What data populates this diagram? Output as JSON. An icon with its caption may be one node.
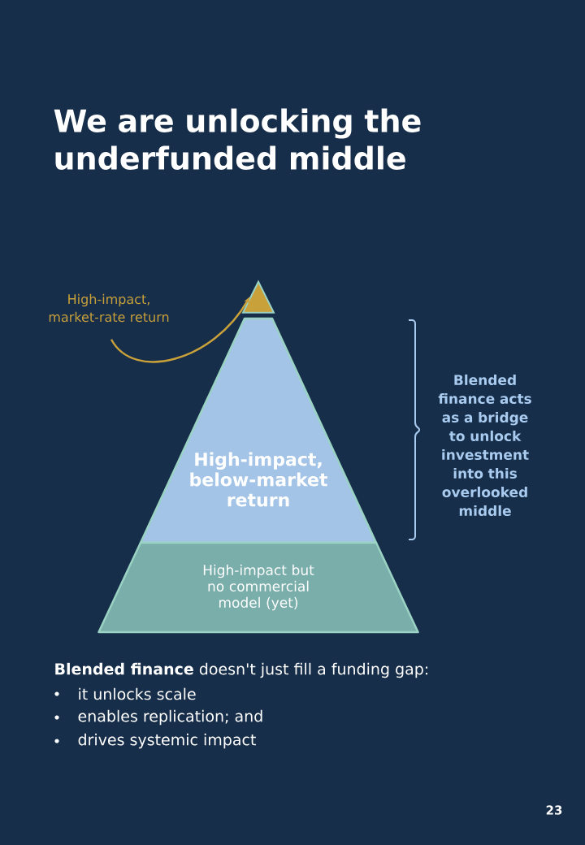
{
  "diagram": {
    "title": "We are unlocking the underfunded middle",
    "nodes": [
      {
        "text": [
          "High-impact, market-rate return"
        ]
      },
      {
        "text": [],
        "shape": "triangle"
      },
      {
        "text": [
          "High-impact, below-market return"
        ]
      },
      {
        "text": [
          "High-impact but no commercial model (yet)"
        ]
      }
    ],
    "edges": [
      {
        "from": 0,
        "to": 1,
        "arrow": "to"
      }
    ],
    "labels": [
      "Blended finance acts as a bridge to unlock investment into this overlooked middle",
      "**Blended finance** doesn't just fill a funding gap:",
      "it unlocks scale",
      "enables replication; and",
      "drives systemic impact",
      "23"
    ]
  }
}
